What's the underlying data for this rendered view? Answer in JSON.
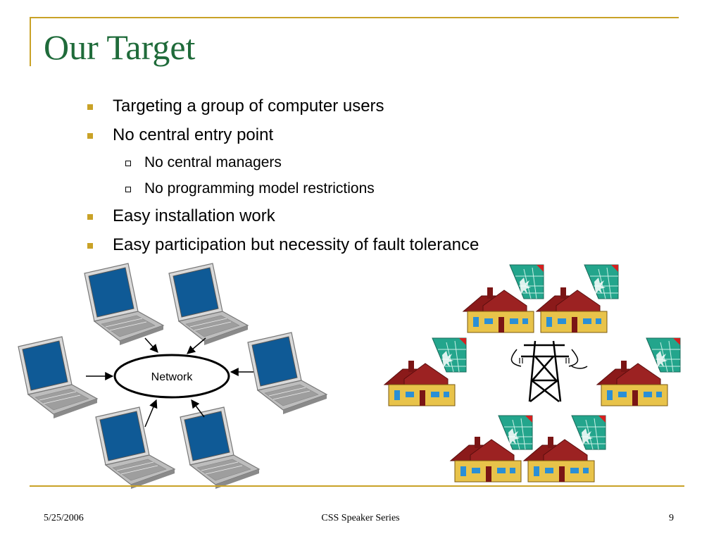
{
  "slide": {
    "title": "Our Target",
    "bullets": [
      {
        "level": 1,
        "text": "Targeting a group of computer users"
      },
      {
        "level": 1,
        "text": "No central entry point"
      },
      {
        "level": 2,
        "text": "No central managers"
      },
      {
        "level": 2,
        "text": "No programming model restrictions"
      },
      {
        "level": 1,
        "text": "Easy installation work"
      },
      {
        "level": 1,
        "text": "Easy participation but necessity of fault tolerance"
      }
    ]
  },
  "diagram": {
    "network_label": "Network"
  },
  "footer": {
    "date": "5/25/2006",
    "center": "CSS Speaker Series",
    "page": "9"
  },
  "colors": {
    "title": "#1f6b3a",
    "accent": "#c9a227",
    "house_roof": "#8b1a1a",
    "house_wall": "#e8c34a",
    "laptop_screen": "#0f5a96"
  }
}
